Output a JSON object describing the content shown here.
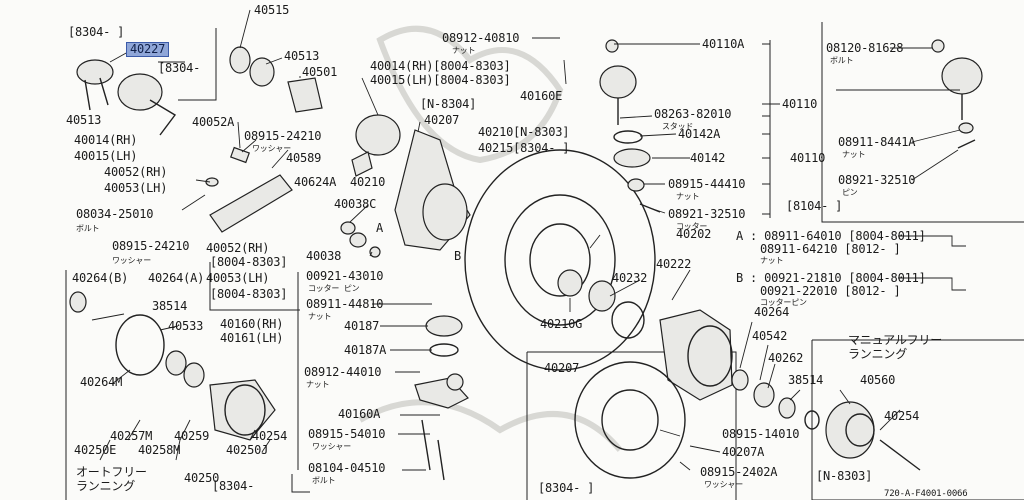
{
  "callouts": [
    {
      "id": "c1",
      "text": "[8304-     ]"
    },
    {
      "id": "c2",
      "text": "40227"
    },
    {
      "id": "c3",
      "text": "[8304-"
    },
    {
      "id": "c4",
      "text": "40513"
    },
    {
      "id": "c5",
      "text": "40014(RH)"
    },
    {
      "id": "c6",
      "text": "40015(LH)"
    },
    {
      "id": "c7",
      "text": "40052(RH)"
    },
    {
      "id": "c8",
      "text": "40053(LH)"
    },
    {
      "id": "c9",
      "text": "08034-25010"
    },
    {
      "id": "c10",
      "text": "ボルト"
    },
    {
      "id": "c11",
      "text": "08915-24210"
    },
    {
      "id": "c12",
      "text": "ワッシャー"
    },
    {
      "id": "c13",
      "text": "40515"
    },
    {
      "id": "c14",
      "text": "40513"
    },
    {
      "id": "c15",
      "text": "40501"
    },
    {
      "id": "c16",
      "text": "40052A"
    },
    {
      "id": "c17",
      "text": "08915-24210"
    },
    {
      "id": "c18",
      "text": "ワッシャー"
    },
    {
      "id": "c19",
      "text": "40589"
    },
    {
      "id": "c20",
      "text": "40624A"
    },
    {
      "id": "c21",
      "text": "40210"
    },
    {
      "id": "c22",
      "text": "40052(RH)"
    },
    {
      "id": "c23",
      "text": "[8004-8303]"
    },
    {
      "id": "c24",
      "text": "40053(LH)"
    },
    {
      "id": "c25",
      "text": "[8004-8303]"
    },
    {
      "id": "c26",
      "text": "40264(B)"
    },
    {
      "id": "c27",
      "text": "40264(A)"
    },
    {
      "id": "c28",
      "text": "38514"
    },
    {
      "id": "c29",
      "text": "40533"
    },
    {
      "id": "c30",
      "text": "40264M"
    },
    {
      "id": "c31",
      "text": "40257M"
    },
    {
      "id": "c32",
      "text": "40259"
    },
    {
      "id": "c33",
      "text": "40254"
    },
    {
      "id": "c34",
      "text": "40250E"
    },
    {
      "id": "c35",
      "text": "40258M"
    },
    {
      "id": "c36",
      "text": "40250J"
    },
    {
      "id": "c37",
      "text": "オートフリー"
    },
    {
      "id": "c38",
      "text": "ランニング"
    },
    {
      "id": "c39",
      "text": "40250"
    },
    {
      "id": "c40",
      "text": "[8304-"
    },
    {
      "id": "c41",
      "text": "40014(RH)[8004-8303]"
    },
    {
      "id": "c42",
      "text": "40015(LH)[8004-8303]"
    },
    {
      "id": "c43",
      "text": "[N-8304]"
    },
    {
      "id": "c44",
      "text": "40207"
    },
    {
      "id": "c45",
      "text": "40038C"
    },
    {
      "id": "c46",
      "text": "40038"
    },
    {
      "id": "c47",
      "text": "A"
    },
    {
      "id": "c48",
      "text": "B"
    },
    {
      "id": "c49",
      "text": "00921-43010"
    },
    {
      "id": "c50",
      "text": "コッター  ピン"
    },
    {
      "id": "c51",
      "text": "08911-44810"
    },
    {
      "id": "c52",
      "text": "ナット"
    },
    {
      "id": "c53",
      "text": "40160(RH)"
    },
    {
      "id": "c54",
      "text": "40161(LH)"
    },
    {
      "id": "c55",
      "text": "40187"
    },
    {
      "id": "c56",
      "text": "40187A"
    },
    {
      "id": "c57",
      "text": "08912-44010"
    },
    {
      "id": "c58",
      "text": "ナット"
    },
    {
      "id": "c59",
      "text": "40160A"
    },
    {
      "id": "c60",
      "text": "08915-54010"
    },
    {
      "id": "c61",
      "text": "ワッシャー"
    },
    {
      "id": "c62",
      "text": "08104-04510"
    },
    {
      "id": "c63",
      "text": "ボルト"
    },
    {
      "id": "c64",
      "text": "08912-40810"
    },
    {
      "id": "c65",
      "text": "ナット"
    },
    {
      "id": "c66",
      "text": "40160E"
    },
    {
      "id": "c67",
      "text": "40210[N-8303]"
    },
    {
      "id": "c68",
      "text": "40215[8304-    ]"
    },
    {
      "id": "c69",
      "text": "40110A"
    },
    {
      "id": "c70",
      "text": "40110"
    },
    {
      "id": "c71",
      "text": "08263-82010"
    },
    {
      "id": "c72",
      "text": "スタッド"
    },
    {
      "id": "c73",
      "text": "40142A"
    },
    {
      "id": "c74",
      "text": "40142"
    },
    {
      "id": "c75",
      "text": "08915-44410"
    },
    {
      "id": "c76",
      "text": "ナット"
    },
    {
      "id": "c77",
      "text": "08921-32510"
    },
    {
      "id": "c78",
      "text": "コッター"
    },
    {
      "id": "c79",
      "text": "08120-81628"
    },
    {
      "id": "c80",
      "text": "ボルト"
    },
    {
      "id": "c81",
      "text": "08911-8441A"
    },
    {
      "id": "c82",
      "text": "ナット"
    },
    {
      "id": "c83",
      "text": "40110"
    },
    {
      "id": "c84",
      "text": "08921-32510"
    },
    {
      "id": "c85",
      "text": "ピン"
    },
    {
      "id": "c86",
      "text": "[8104-     ]"
    },
    {
      "id": "c87",
      "text": "40202"
    },
    {
      "id": "c88",
      "text": "A : 08911-64010 [8004-8011]"
    },
    {
      "id": "c89",
      "text": "08911-64210 [8012-       ]"
    },
    {
      "id": "c90",
      "text": "ナット"
    },
    {
      "id": "c91",
      "text": "B : 00921-21810 [8004-8011]"
    },
    {
      "id": "c92",
      "text": "00921-22010 [8012-       ]"
    },
    {
      "id": "c93",
      "text": "コッターピン"
    },
    {
      "id": "c94",
      "text": "40222"
    },
    {
      "id": "c95",
      "text": "40232"
    },
    {
      "id": "c96",
      "text": "40210G"
    },
    {
      "id": "c97",
      "text": "40264"
    },
    {
      "id": "c98",
      "text": "40542"
    },
    {
      "id": "c99",
      "text": "40262"
    },
    {
      "id": "c100",
      "text": "38514"
    },
    {
      "id": "c101",
      "text": "マニュアルフリー"
    },
    {
      "id": "c102",
      "text": "ランニング"
    },
    {
      "id": "c103",
      "text": "40560"
    },
    {
      "id": "c104",
      "text": "40254"
    },
    {
      "id": "c105",
      "text": "[N-8303]"
    },
    {
      "id": "c106",
      "text": "40207"
    },
    {
      "id": "c107",
      "text": "08915-14010"
    },
    {
      "id": "c108",
      "text": "40207A"
    },
    {
      "id": "c109",
      "text": "08915-2402A"
    },
    {
      "id": "c110",
      "text": "ワッシャー"
    },
    {
      "id": "c111",
      "text": "[8304-     ]"
    },
    {
      "id": "c112",
      "text": "720-A-F4001-0066"
    }
  ],
  "colors": {
    "highlight": "#8fa6d8",
    "ink": "#1a1a1a",
    "paper": "#fbfbf9"
  }
}
